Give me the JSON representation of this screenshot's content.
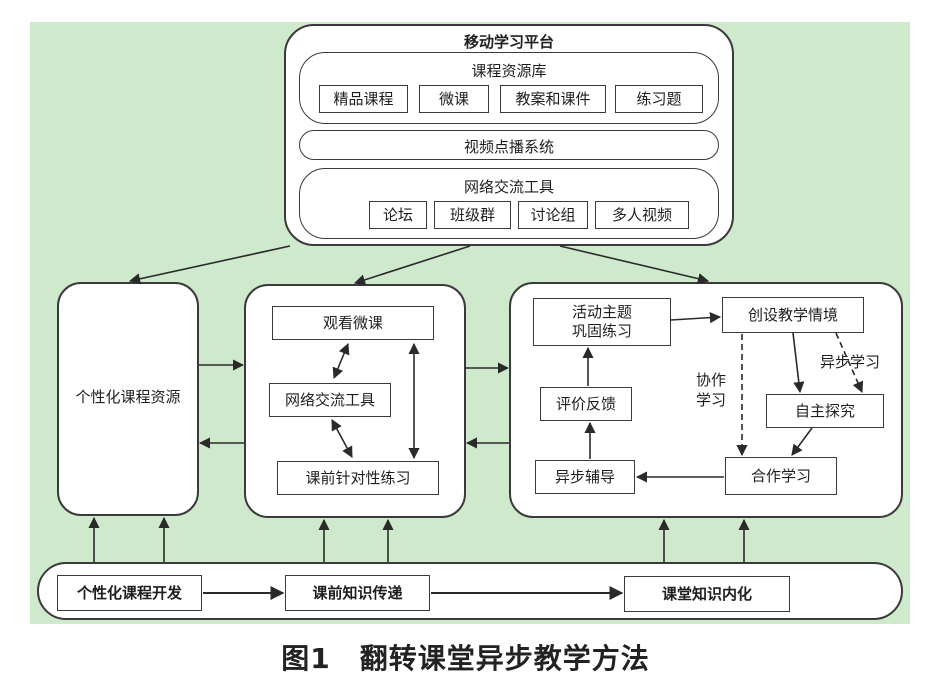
{
  "platform": {
    "title": "移动学习平台",
    "course_library": {
      "title": "课程资源库",
      "items": [
        "精品课程",
        "微课",
        "教案和课件",
        "练习题"
      ]
    },
    "vod": "视频点播系统",
    "network": {
      "title": "网络交流工具",
      "items": [
        "论坛",
        "班级群",
        "讨论组",
        "多人视频"
      ]
    }
  },
  "left_panel": {
    "label": "个性化课程资源"
  },
  "mid_panel": {
    "watch": "观看微课",
    "tools": "网络交流工具",
    "practice": "课前针对性练习"
  },
  "right_panel": {
    "activity": "活动主题\n巩固练习",
    "create": "创设教学情境",
    "evaluate": "评价反馈",
    "explore": "自主探究",
    "guide": "异步辅导",
    "coop": "合作学习",
    "label_assist": "协作\n学习",
    "label_async": "异步学习"
  },
  "bottom": {
    "step1": "个性化课程开发",
    "step2": "课前知识传递",
    "step3": "课堂知识内化"
  },
  "caption": "图1　翻转课堂异步教学方法"
}
